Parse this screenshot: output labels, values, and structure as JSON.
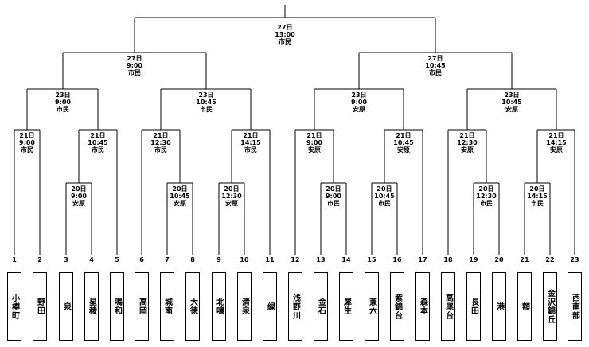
{
  "teams": [
    {
      "num": "1",
      "name": "小樽町"
    },
    {
      "num": "2",
      "name": "野田"
    },
    {
      "num": "3",
      "name": "泉"
    },
    {
      "num": "4",
      "name": "星稜"
    },
    {
      "num": "5",
      "name": "鳴和"
    },
    {
      "num": "6",
      "name": "高岡"
    },
    {
      "num": "7",
      "name": "城南"
    },
    {
      "num": "8",
      "name": "大徳"
    },
    {
      "num": "9",
      "name": "北鳴"
    },
    {
      "num": "10",
      "name": "清泉"
    },
    {
      "num": "11",
      "name": "緑"
    },
    {
      "num": "12",
      "name": "浅野川"
    },
    {
      "num": "13",
      "name": "金石"
    },
    {
      "num": "14",
      "name": "犀生"
    },
    {
      "num": "15",
      "name": "兼六"
    },
    {
      "num": "16",
      "name": "紫錦台"
    },
    {
      "num": "17",
      "name": "森本"
    },
    {
      "num": "18",
      "name": "高尾台"
    },
    {
      "num": "19",
      "name": "長田"
    },
    {
      "num": "20",
      "name": "港"
    },
    {
      "num": "21",
      "name": "額"
    },
    {
      "num": "22",
      "name": "金沢錦丘"
    },
    {
      "num": "23",
      "name": "西南部"
    }
  ],
  "matches": [
    {
      "id": "r1_3_4",
      "date": "20日",
      "time": "9:00",
      "venue": "安原"
    },
    {
      "id": "r1_7_8",
      "date": "20日",
      "time": "10:45",
      "venue": "安原"
    },
    {
      "id": "r1_9_10",
      "date": "20日",
      "time": "12:30",
      "venue": "安原"
    },
    {
      "id": "r1_13_14",
      "date": "20日",
      "time": "9:00",
      "venue": "市民"
    },
    {
      "id": "r1_15_16",
      "date": "20日",
      "time": "10:45",
      "venue": "市民"
    },
    {
      "id": "r1_19_20",
      "date": "20日",
      "time": "12:30",
      "venue": "市民"
    },
    {
      "id": "r1_21_22",
      "date": "20日",
      "time": "14:15",
      "venue": "市民"
    },
    {
      "id": "r2_a",
      "date": "21日",
      "time": "9:00",
      "venue": "市民"
    },
    {
      "id": "r2_b",
      "date": "21日",
      "time": "10:45",
      "venue": "市民"
    },
    {
      "id": "r2_c",
      "date": "21日",
      "time": "12:30",
      "venue": "市民"
    },
    {
      "id": "r2_d",
      "date": "21日",
      "time": "14:15",
      "venue": "市民"
    },
    {
      "id": "r2_e",
      "date": "21日",
      "time": "9:00",
      "venue": "安原"
    },
    {
      "id": "r2_f",
      "date": "21日",
      "time": "10:45",
      "venue": "安原"
    },
    {
      "id": "r2_g",
      "date": "21日",
      "time": "12:30",
      "venue": "安原"
    },
    {
      "id": "r2_h",
      "date": "21日",
      "time": "14:15",
      "venue": "安原"
    },
    {
      "id": "qf_a",
      "date": "23日",
      "time": "9:00",
      "venue": "市民"
    },
    {
      "id": "qf_b",
      "date": "23日",
      "time": "10:45",
      "venue": "市民"
    },
    {
      "id": "qf_c",
      "date": "23日",
      "time": "9:00",
      "venue": "安原"
    },
    {
      "id": "qf_d",
      "date": "23日",
      "time": "10:45",
      "venue": "安原"
    },
    {
      "id": "sf_a",
      "date": "27日",
      "time": "9:00",
      "venue": "市民"
    },
    {
      "id": "sf_b",
      "date": "27日",
      "time": "10:45",
      "venue": "市民"
    },
    {
      "id": "final",
      "date": "27日",
      "time": "13:00",
      "venue": "市民"
    }
  ]
}
